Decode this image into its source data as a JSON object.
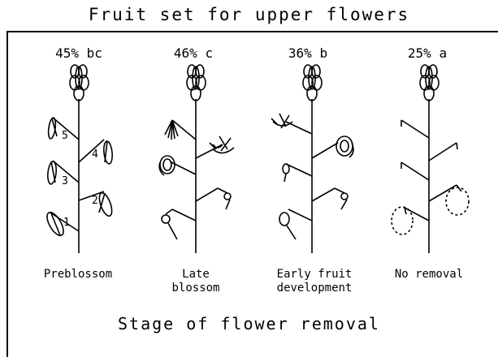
{
  "title": "Fruit set for upper flowers",
  "footer": "Stage of flower removal",
  "treatments": [
    {
      "percent": "45% bc",
      "stage": "Preblossom",
      "stage_line2": ""
    },
    {
      "percent": "46% c",
      "stage": "Late",
      "stage_line2": "blossom"
    },
    {
      "percent": "36% b",
      "stage": "Early fruit",
      "stage_line2": "development"
    },
    {
      "percent": "25% a",
      "stage": "No removal",
      "stage_line2": ""
    }
  ],
  "flower_numbers": [
    "1",
    "2",
    "3",
    "4",
    "5"
  ]
}
